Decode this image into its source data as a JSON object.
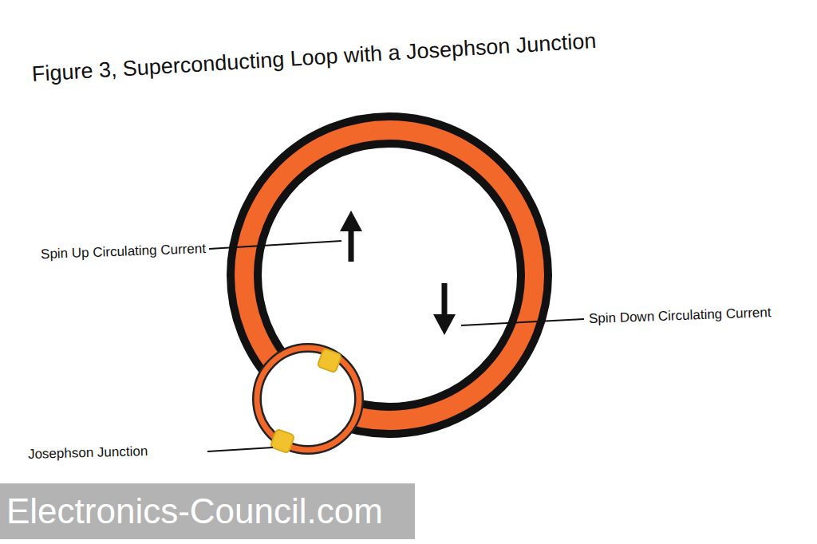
{
  "diagram": {
    "title": "Figure 3, Superconducting Loop with a Josephson Junction",
    "labels": [
      "Spin Up Circulating Current",
      "Spin Down Circulating Current",
      "Josephson Junction",
      "Electronics-Council.com"
    ]
  }
}
